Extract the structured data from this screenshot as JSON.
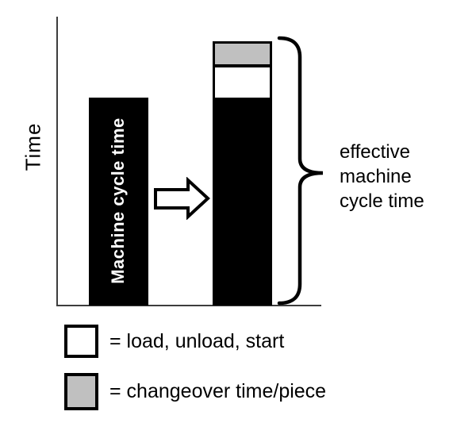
{
  "figure": {
    "y_axis_label": "Time",
    "bar1_label": "Machine cycle time",
    "brace_label": "effective\nmachine\ncycle time",
    "colors": {
      "bar_black": "#000000",
      "segment_white": "#ffffff",
      "segment_gray": "#c0c0c0",
      "axis_line": "#3d3d3d"
    }
  },
  "legend": {
    "items": [
      {
        "swatch": "white",
        "swatch_color": "#ffffff",
        "label": "= load, unload, start"
      },
      {
        "swatch": "gray",
        "swatch_color": "#c0c0c0",
        "label": "= changeover time/piece"
      }
    ]
  },
  "chart_data": {
    "type": "bar",
    "title": "",
    "xlabel": "",
    "ylabel": "Time",
    "categories": [
      "Machine cycle time",
      "effective machine cycle time"
    ],
    "series": [
      {
        "name": "machine cycle time",
        "color": "#000000",
        "values": [
          262,
          262
        ]
      },
      {
        "name": "load, unload, start",
        "color": "#ffffff",
        "values": [
          0,
          40
        ]
      },
      {
        "name": "changeover time/piece",
        "color": "#c0c0c0",
        "values": [
          0,
          31
        ]
      }
    ],
    "units": "relative height (no numeric scale shown on axis)",
    "stacked": true,
    "grid": false,
    "legend_position": "below",
    "annotations": [
      {
        "type": "brace",
        "text": "effective machine cycle time",
        "target": "full height of second (stacked) bar"
      },
      {
        "type": "arrow",
        "text": "",
        "target": "from first bar to second bar"
      }
    ]
  }
}
